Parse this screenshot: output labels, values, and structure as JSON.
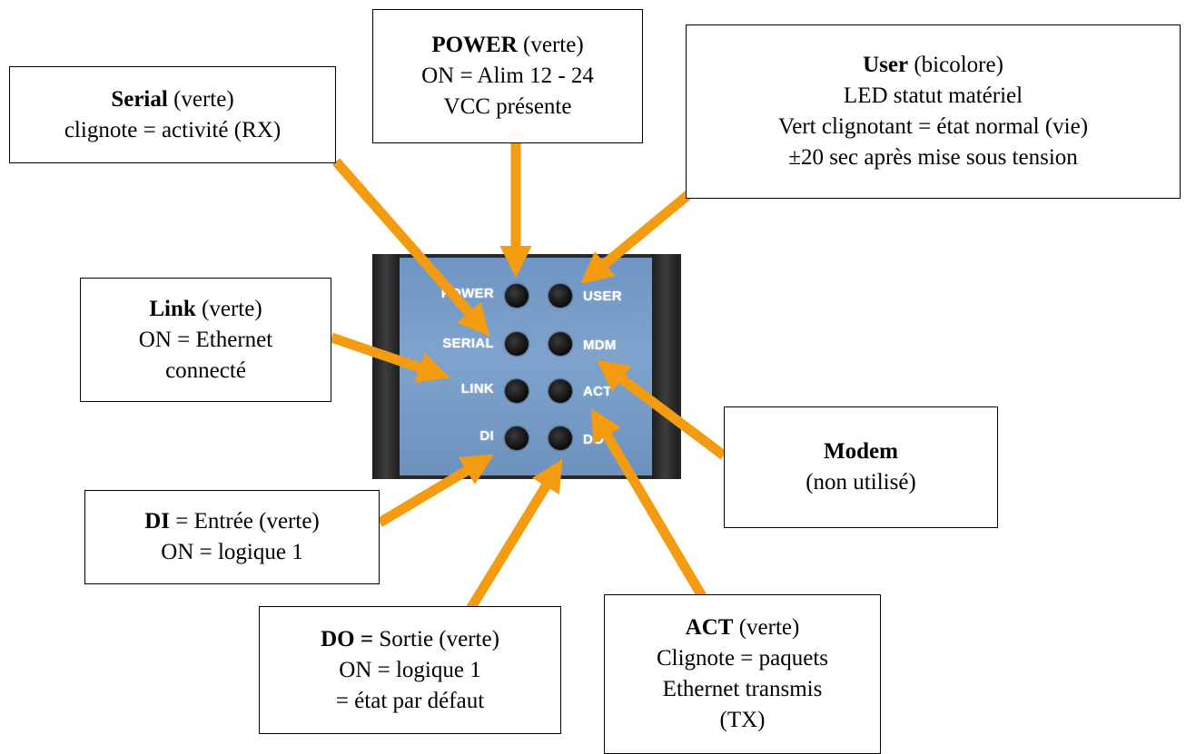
{
  "colors": {
    "arrow": "#f39c12",
    "panel": "#7ea3cd"
  },
  "panel": {
    "left_labels": [
      "POWER",
      "SERIAL",
      "LINK",
      "DI"
    ],
    "right_labels": [
      "USER",
      "MDM",
      "ACT",
      "DO"
    ]
  },
  "callouts": {
    "serial": {
      "title": "Serial",
      "suffix": " (verte)",
      "line2": "clignote = activité (RX)"
    },
    "power": {
      "title": "POWER",
      "suffix": " (verte)",
      "line2": "ON = Alim 12 - 24",
      "line3": "VCC présente"
    },
    "user": {
      "title": "User",
      "suffix": " (bicolore)",
      "line2": "LED statut matériel",
      "line3": "Vert clignotant = état normal (vie)",
      "line4": "±20 sec après mise sous tension"
    },
    "link": {
      "title": "Link",
      "suffix": " (verte)",
      "line2": "ON = Ethernet",
      "line3": "connecté"
    },
    "modem": {
      "title": "Modem",
      "line2": "(non utilisé)"
    },
    "di": {
      "title": "DI",
      "suffix": " = Entrée (verte)",
      "line2": "ON = logique 1"
    },
    "do": {
      "title": "DO =",
      "suffix": " Sortie (verte)",
      "line2": "ON = logique 1",
      "line3": "= état par défaut"
    },
    "act": {
      "title": "ACT",
      "suffix": " (verte)",
      "line2": "Clignote = paquets",
      "line3": "Ethernet transmis",
      "line4": "(TX)"
    }
  }
}
